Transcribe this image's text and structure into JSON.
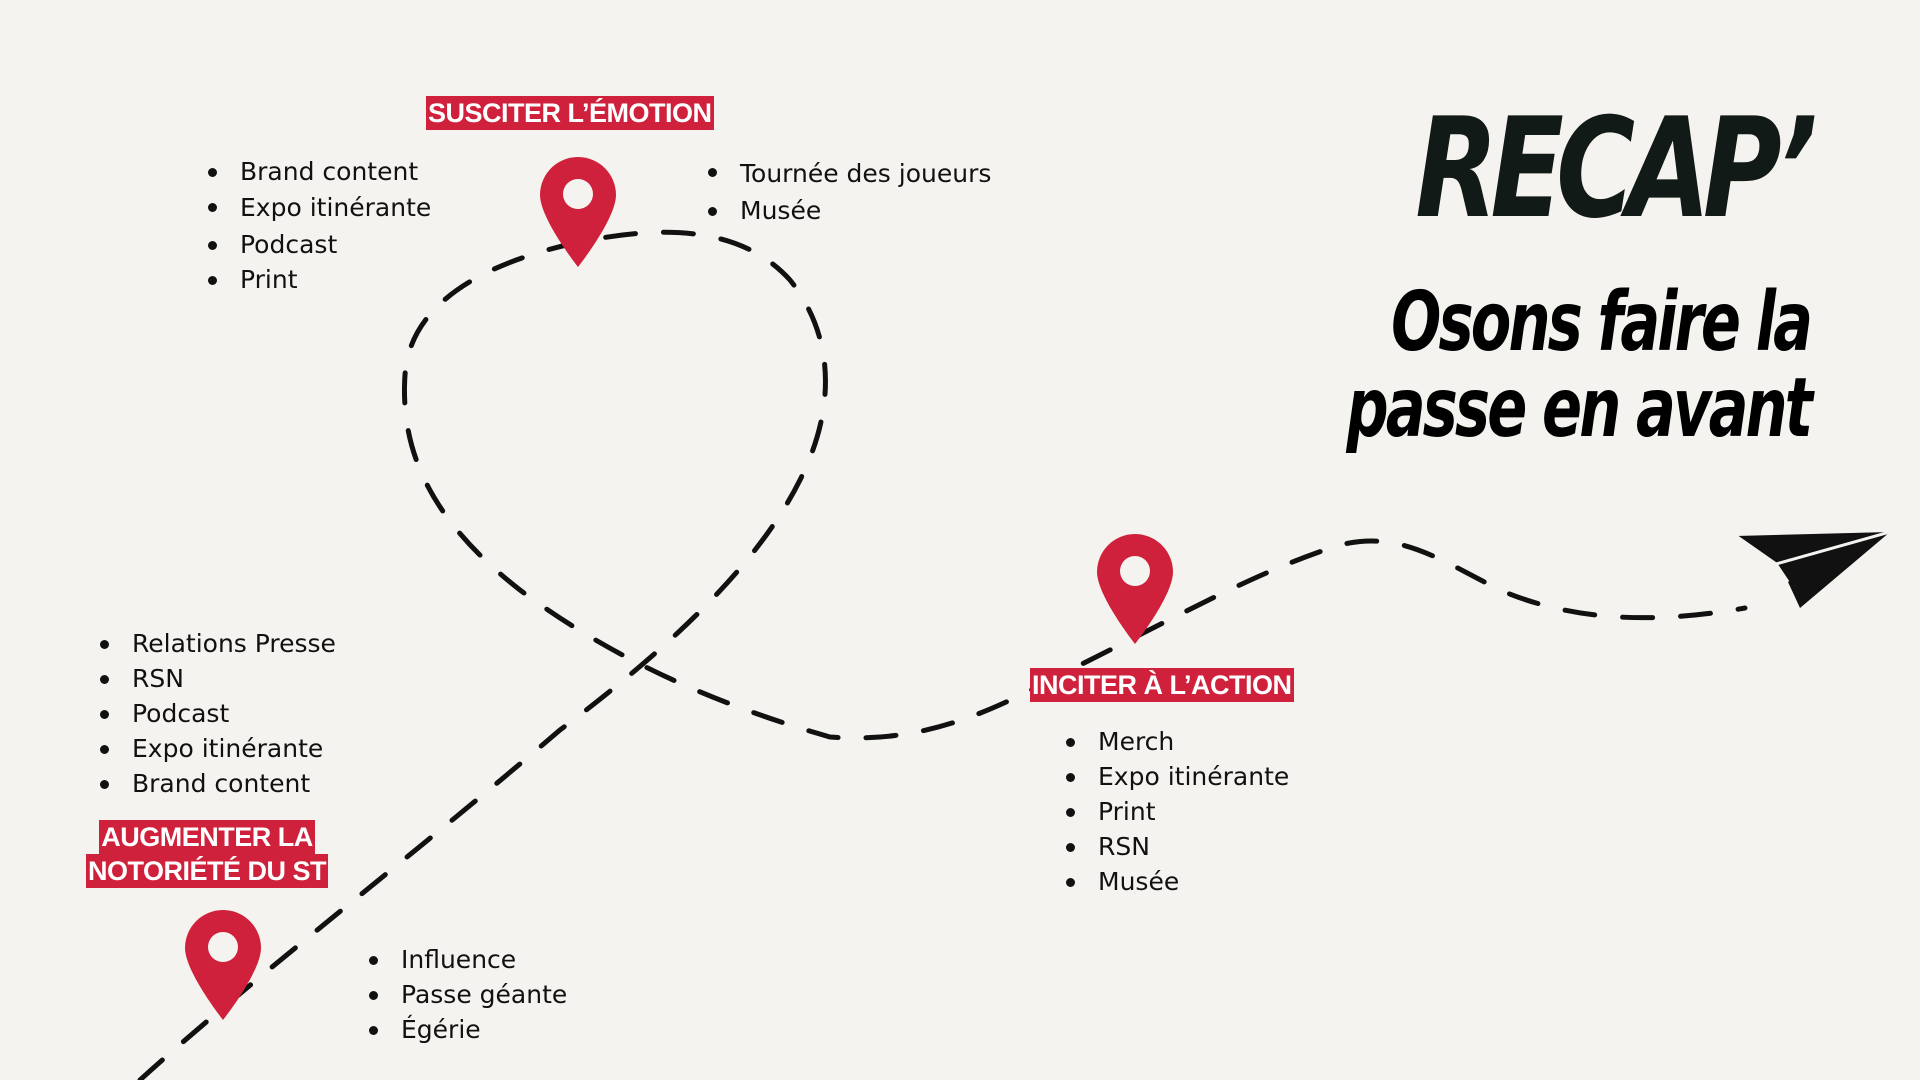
{
  "title": "RECAP’",
  "subtitle_line1": "Osons faire la",
  "subtitle_line2": "passe en avant",
  "colors": {
    "accent": "#d0213c",
    "background": "#f5f3ef",
    "text": "#111111"
  },
  "stages": {
    "emotion": {
      "label": "SUSCITER L’ÉMOTION",
      "left_items": [
        "Brand content",
        "Expo itinérante",
        "Podcast",
        "Print"
      ],
      "right_items": [
        "Tournée des joueurs",
        "Musée"
      ]
    },
    "action": {
      "label": "INCITER À L’ACTION",
      "items": [
        "Merch",
        "Expo itinérante",
        "Print",
        "RSN",
        "Musée"
      ]
    },
    "notoriete": {
      "label_line1": "AUGMENTER LA",
      "label_line2": "NOTORIÉTÉ DU ST",
      "upper_items": [
        "Relations Presse",
        "RSN",
        "Podcast",
        "Expo itinérante",
        "Brand content"
      ],
      "lower_items": [
        "Influence",
        "Passe géante",
        "Égérie"
      ]
    }
  },
  "icons": {
    "pin": "map-pin-icon",
    "plane": "paper-plane-icon"
  }
}
